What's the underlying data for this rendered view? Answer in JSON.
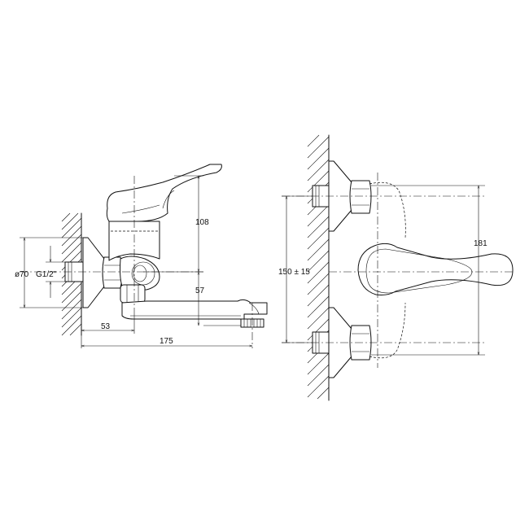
{
  "dimensions": {
    "side": {
      "height_lever": "108",
      "spout_height": "57",
      "wall_offset": "53",
      "spout_reach": "175",
      "flange_diameter": "ø70",
      "thread": "G1/2\""
    },
    "front": {
      "center_distance": "150 ± 15",
      "projection": "181"
    }
  },
  "colors": {
    "line": "#111111",
    "background": "#ffffff"
  }
}
